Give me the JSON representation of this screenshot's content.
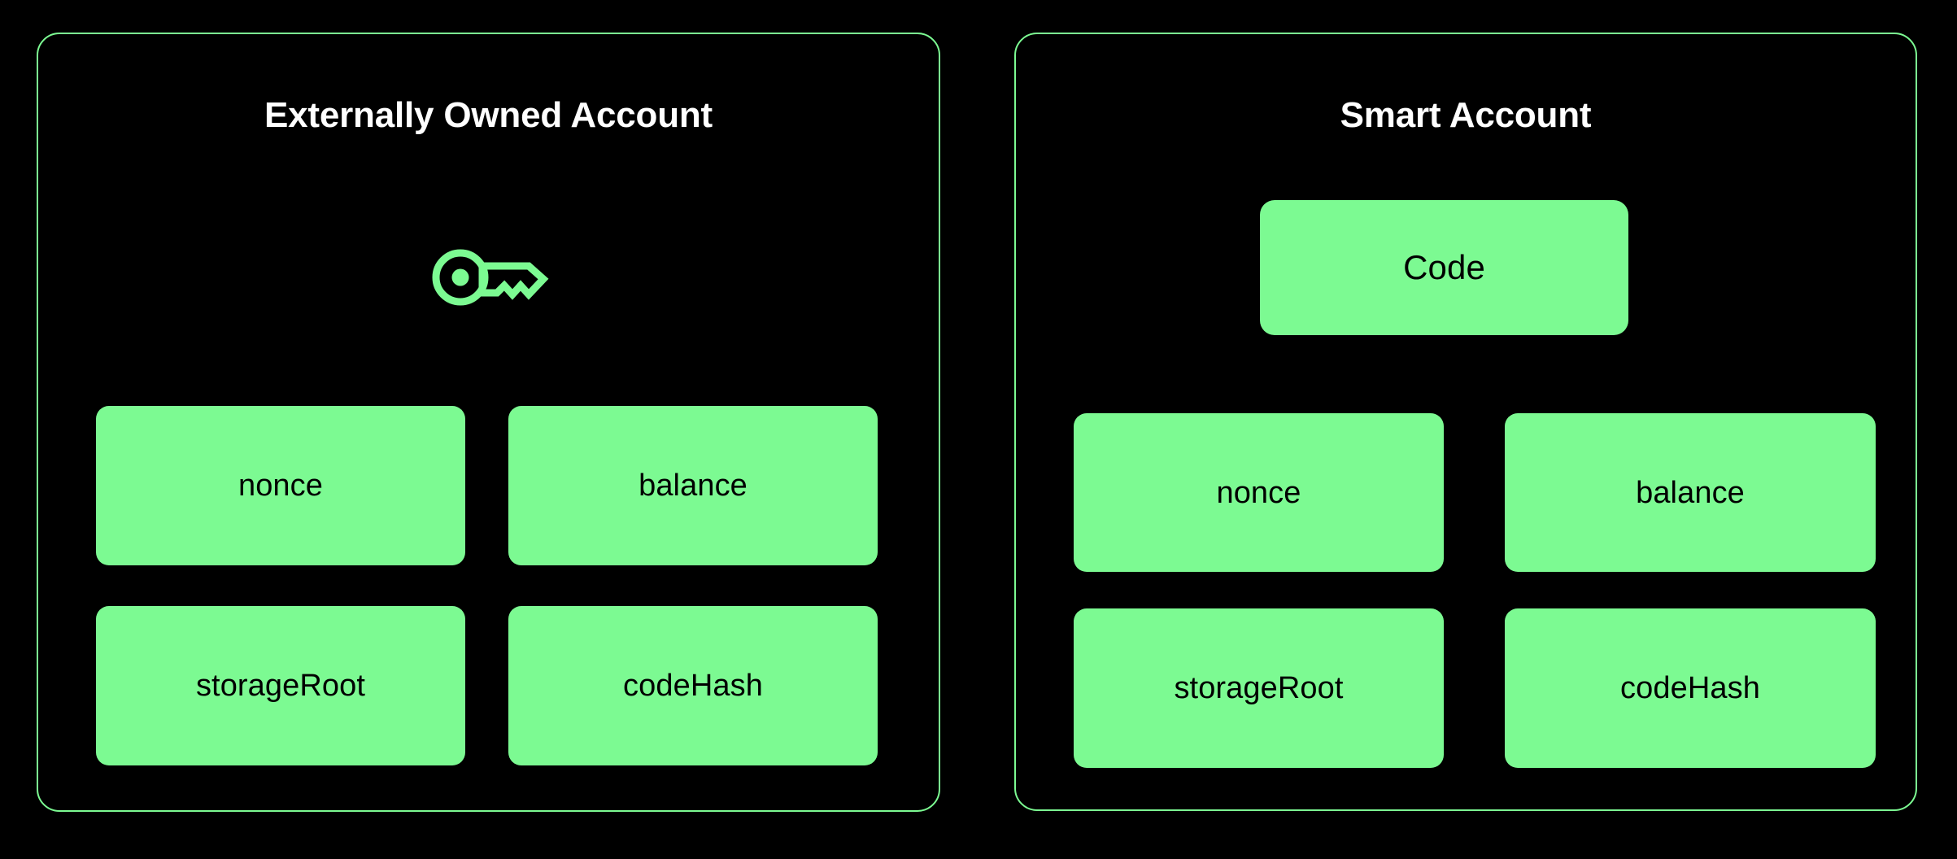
{
  "background_color": "#000000",
  "accent_green": "#7CFA92",
  "title_color": "#FFFFFF",
  "box_text_color": "#000000",
  "panels": [
    {
      "id": "externally-owned-account",
      "title": "Externally Owned Account",
      "icon": "key-icon",
      "fields": [
        {
          "label": "nonce"
        },
        {
          "label": "balance"
        },
        {
          "label": "storageRoot"
        },
        {
          "label": "codeHash"
        }
      ]
    },
    {
      "id": "smart-account",
      "title": "Smart Account",
      "code_box": {
        "label": "Code"
      },
      "fields": [
        {
          "label": "nonce"
        },
        {
          "label": "balance"
        },
        {
          "label": "storageRoot"
        },
        {
          "label": "codeHash"
        }
      ]
    }
  ]
}
